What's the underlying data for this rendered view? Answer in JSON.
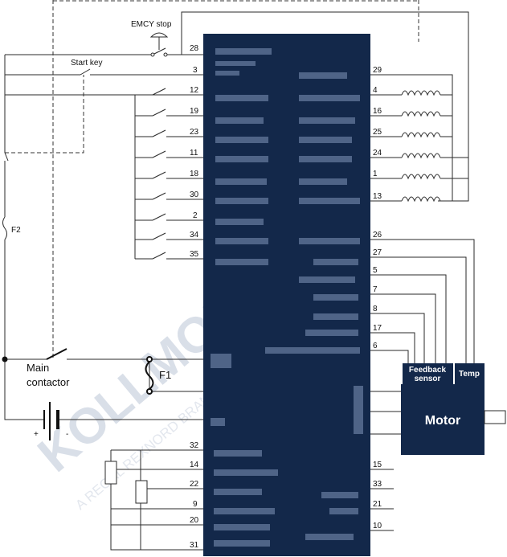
{
  "labels": {
    "emcy_stop": "EMCY stop",
    "start_key": "Start key",
    "f2": "F2",
    "f1": "F1",
    "main_contactor_line1": "Main",
    "main_contactor_line2": "contactor",
    "plus": "+",
    "minus": "-",
    "feedback_line1": "Feedback",
    "feedback_line2": "sensor",
    "temp": "Temp",
    "motor": "Motor"
  },
  "watermark": {
    "brand": "KOLLMORGEN",
    "tagline": "A REGAL REXNORD BRAND"
  },
  "pins": {
    "left_top": [
      "28",
      "3"
    ],
    "left_switches": [
      "12",
      "19",
      "23",
      "11",
      "18",
      "30",
      "2",
      "34",
      "35"
    ],
    "left_analog": [
      "32",
      "14",
      "22",
      "9",
      "20",
      "31"
    ],
    "right_coils": [
      "29",
      "4",
      "16",
      "25",
      "24",
      "1",
      "13"
    ],
    "right_feedback": [
      "26",
      "27",
      "5",
      "7",
      "8",
      "17",
      "6"
    ],
    "right_bottom": [
      "15",
      "33",
      "21",
      "10"
    ]
  },
  "colors": {
    "controller_fill": "#13284a",
    "box_fill": "#13284a",
    "wire": "#2a2a2a"
  }
}
